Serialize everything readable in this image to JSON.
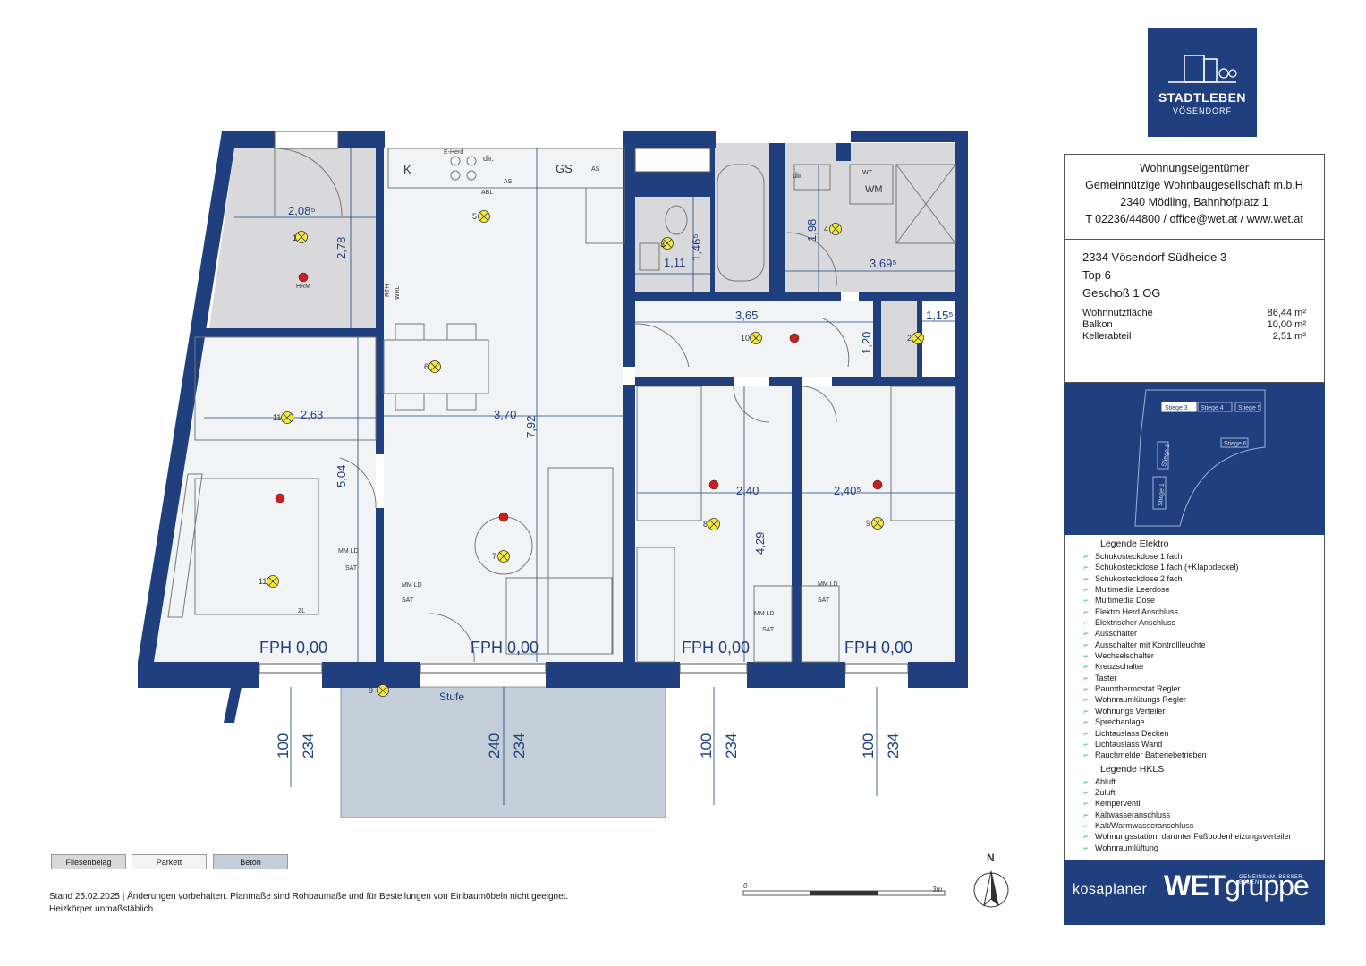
{
  "logo": {
    "line1": "STADTLEBEN",
    "line2": "VÖSENDORF"
  },
  "owner": {
    "line1": "Wohnungseigentümer",
    "line2": "Gemeinnützige Wohnbaugesellschaft m.b.H",
    "line3": "2340 Mödling, Bahnhofplatz 1",
    "line4": "T 02236/44800 / office@wet.at / www.wet.at"
  },
  "project": {
    "address": "2334 Vösendorf Südheide 3",
    "unit": "Top 6",
    "floor": "Geschoß 1.OG",
    "areas": [
      {
        "label": "Wohnnutzfläche",
        "value": "86,44 m²"
      },
      {
        "label": "Balkon",
        "value": "10,00 m²"
      },
      {
        "label": "Kellerabteil",
        "value": "2,51 m²"
      }
    ]
  },
  "site_plan": {
    "labels": [
      "Stiege 3",
      "Stiege 4",
      "Stiege 5",
      "Stiege 6",
      "Stiege 2",
      "Stiege 1"
    ]
  },
  "legend_elektro": {
    "title": "Legende Elektro",
    "items": [
      "Schukosteckdose 1 fach",
      "Schukosteckdose 1 fach (+Klappdeckel)",
      "Schukosteckdose 2 fach",
      "Multimedia Leerdose",
      "Multimedia Dose",
      "Elektro Herd Anschluss",
      "Elektrischer Anschluss",
      "Ausschalter",
      "Ausschalter mit Kontrollleuchte",
      "Wechselschalter",
      "Kreuzschalter",
      "Taster",
      "Raumthermostat Regler",
      "Wohnraumlütungs Regler",
      "Wohnungs Verteiler",
      "Sprechanlage",
      "Lichtauslass Decken",
      "Lichtauslass Wand",
      "Rauchmelder Batteriebetrieben"
    ]
  },
  "legend_hkls": {
    "title": "Legende HKLS",
    "items": [
      "Abluft",
      "Zuluft",
      "Kemperventil",
      "Kaltwasseranschluss",
      "Kalt/Warmwasseranschluss",
      "Wohnungsstation, darunter Fußbodenheizungsverteiler",
      "Wohnraumlüftung"
    ]
  },
  "brand": {
    "kosaplaner": "kosaplaner",
    "wet": "WET",
    "gruppe": "gruppe",
    "tagline": "GEMEINSAM. BESSER. BAUEN."
  },
  "materials": [
    {
      "label": "Fliesenbelag",
      "color": "#d9d9dc"
    },
    {
      "label": "Parkett",
      "color": "#f2f3f5"
    },
    {
      "label": "Beton",
      "color": "#c3ced8"
    }
  ],
  "footer": {
    "line1": "Stand 25.02.2025 | Änderungen vorbehalten. Planmaße sind Rohbaumaße und für Bestellungen von Einbaumöbeln nicht geeignet.",
    "line2": "Heizkörper unmaßstäblich."
  },
  "north": "N",
  "scale": {
    "start": "0",
    "end": "3m"
  },
  "plan": {
    "dims": [
      "2,08⁵",
      "2,78",
      "1,46⁵",
      "1,11",
      "1,98",
      "3,69⁵",
      "3,65",
      "1,15⁵",
      "1,20",
      "2,63",
      "3,70",
      "7,92",
      "5,04",
      "2,40",
      "2,40⁵",
      "4,29"
    ],
    "fph": [
      "FPH 0,00",
      "FPH 0,00",
      "FPH 0,00",
      "FPH 0,00"
    ],
    "stufe": "Stufe",
    "window_dims": [
      "100",
      "234",
      "240",
      "234",
      "100",
      "234",
      "100",
      "234"
    ],
    "fixtures": [
      "K",
      "E-Herd",
      "GS",
      "AS",
      "AS",
      "dir.",
      "dir.",
      "WM",
      "WT",
      "RTH",
      "WRL",
      "MM LD",
      "SAT",
      "MM LD",
      "SAT",
      "MM LD",
      "SAT",
      "MM LD",
      "SAT",
      "HRM",
      "ZL",
      "ABL"
    ],
    "lights": [
      "1",
      "2",
      "3",
      "4",
      "5",
      "6",
      "7",
      "8",
      "9",
      "9",
      "10",
      "11",
      "11"
    ]
  }
}
